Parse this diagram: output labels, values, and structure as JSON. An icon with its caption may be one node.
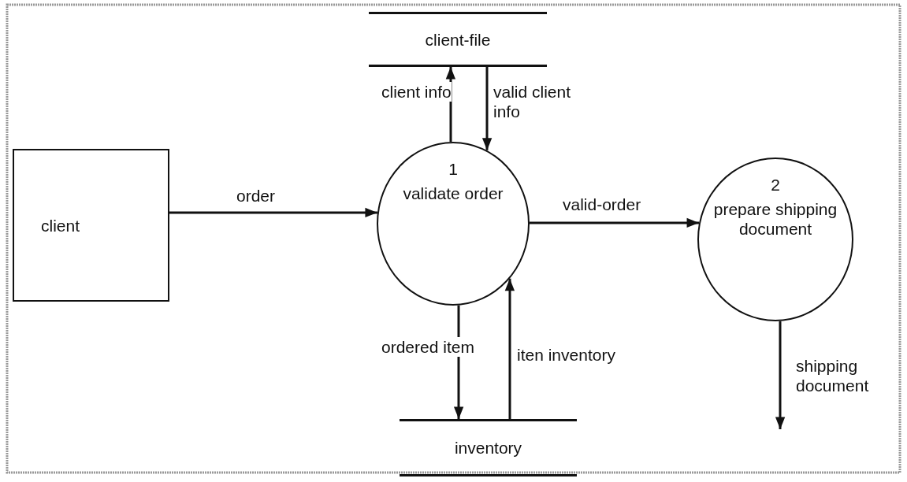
{
  "diagram": {
    "nodes": [
      {
        "text": [
          "client"
        ]
      },
      {
        "text": [
          "1",
          "validate order"
        ]
      },
      {
        "text": [
          "client-file"
        ]
      },
      {
        "text": [
          "inventory"
        ]
      },
      {
        "text": [
          "2",
          "prepare shipping document"
        ]
      }
    ],
    "edges": [
      {
        "from": 0,
        "to": 1,
        "arrow": "to",
        "label": "order"
      },
      {
        "from": 1,
        "to": 2,
        "arrow": "to",
        "label": "client info"
      },
      {
        "from": 2,
        "to": 1,
        "arrow": "to",
        "label": "valid client info"
      },
      {
        "from": 1,
        "to": 3,
        "arrow": "to",
        "label": "ordered item"
      },
      {
        "from": 3,
        "to": 1,
        "arrow": "to",
        "label": "iten inventory"
      },
      {
        "from": 1,
        "to": 4,
        "arrow": "to",
        "label": "valid-order"
      },
      {
        "from": 4,
        "to": null,
        "arrow": "to",
        "label": "shipping document"
      }
    ]
  }
}
